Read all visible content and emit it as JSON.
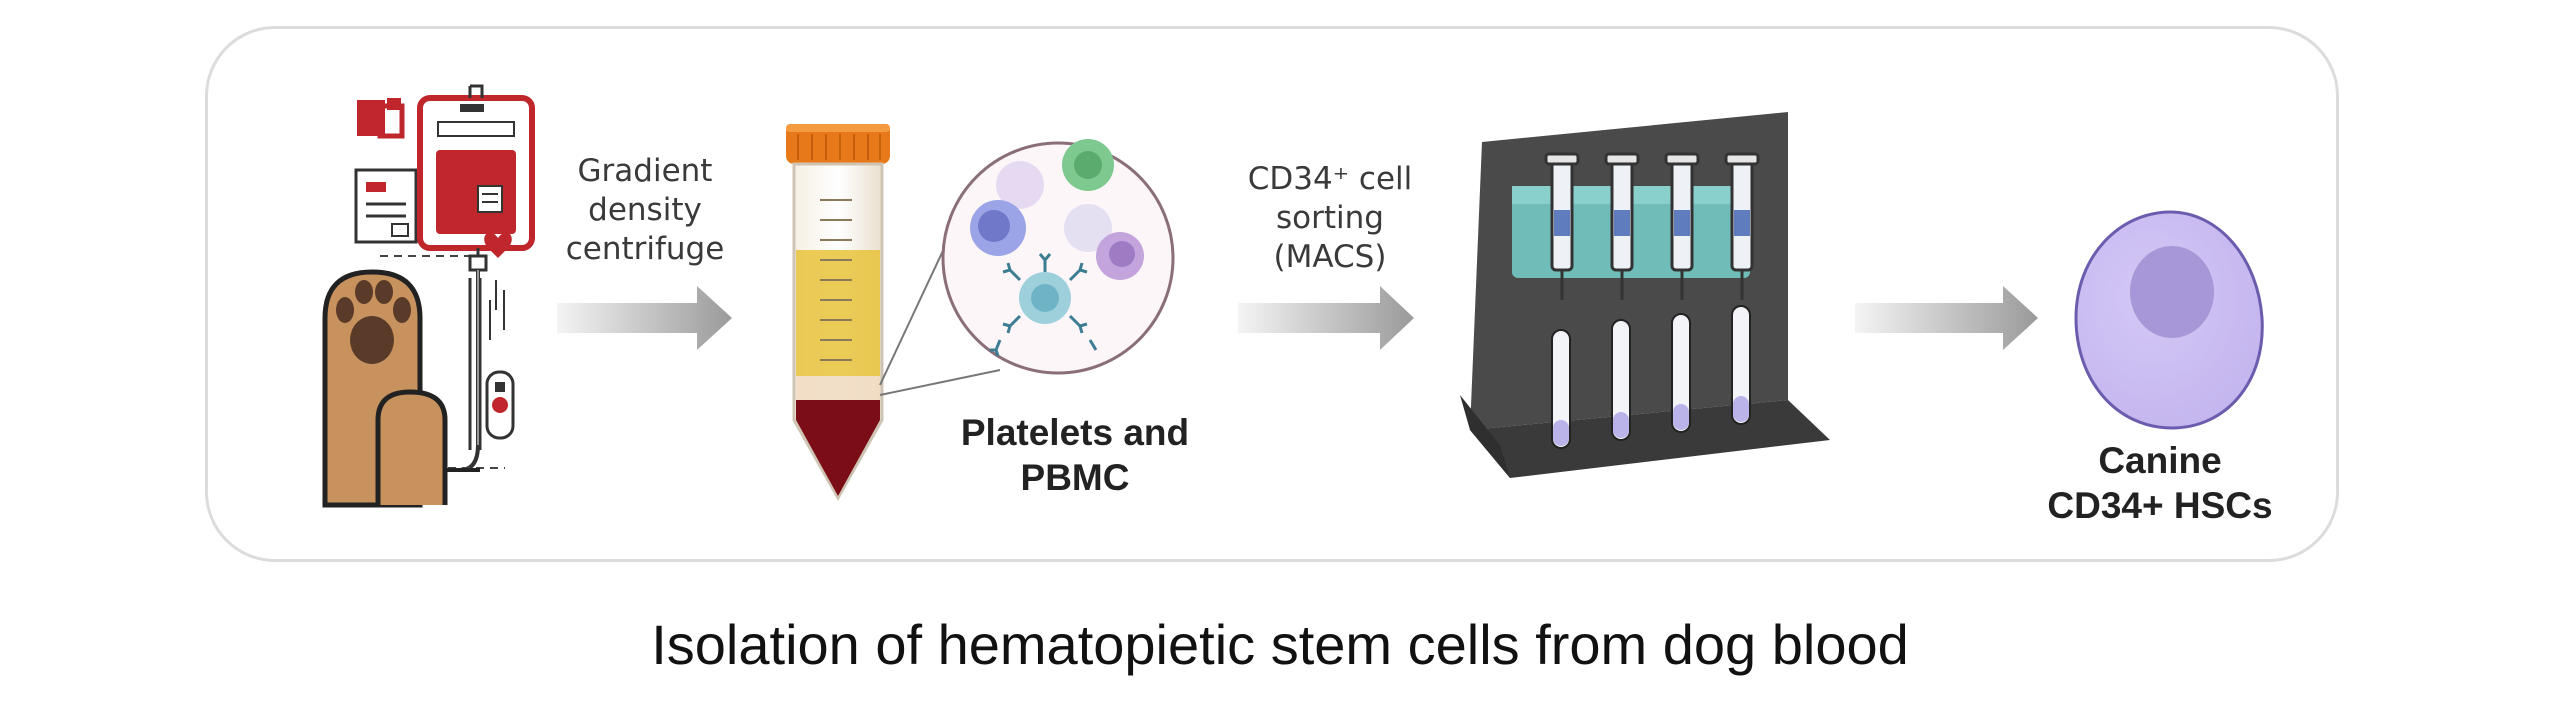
{
  "steps": {
    "centrifuge_label_lines": [
      "Gradient",
      "density",
      "centrifuge"
    ],
    "sorting_label_lines": [
      "CD34⁺ cell",
      "sorting",
      "(MACS)"
    ],
    "platelets_label_lines": [
      "Platelets and",
      "PBMC"
    ],
    "hsc_label_lines": [
      "Canine",
      "CD34+ HSCs"
    ]
  },
  "caption": "Isolation of hematopietic stem cells from dog blood",
  "colors": {
    "paw": "#c8925e",
    "blood": "#c0272d",
    "plasma": "#e8c33a",
    "tube_cap": "#e8791a",
    "rack": "#4a4a4a",
    "rack_holder": "#6fbcb8",
    "hsc_cell": "#c7b9ef",
    "hsc_nucleus": "#a595d6",
    "arrow_gradient_start": "#f2f2f2",
    "arrow_gradient_end": "#9e9e9e"
  }
}
